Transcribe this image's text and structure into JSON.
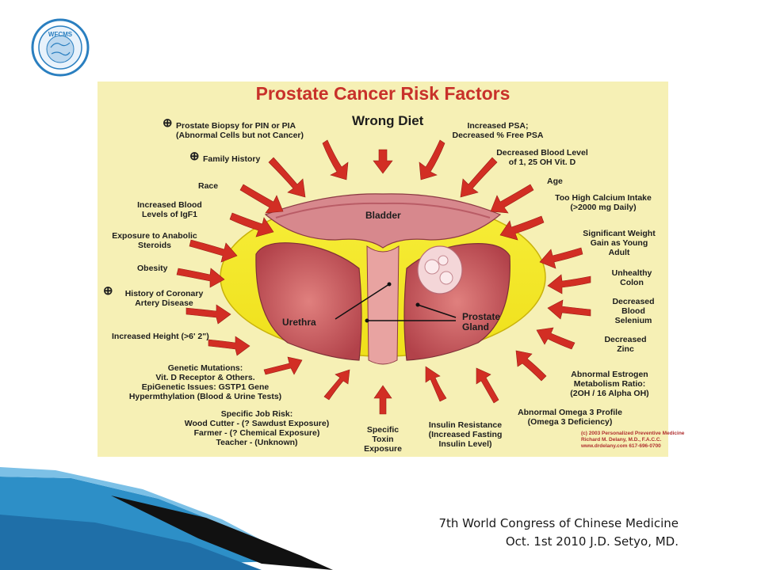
{
  "logo": {
    "text": "WFCMS"
  },
  "poster": {
    "title": "Prostate Cancer Risk Factors",
    "center_label": "Wrong Diet",
    "anatomy": {
      "bladder": "Bladder",
      "urethra": "Urethra",
      "prostate_line1": "Prostate",
      "prostate_line2": "Gland"
    },
    "left_factors": [
      {
        "line1": "Prostate Biopsy for PIN or PIA",
        "line2": "(Abnormal Cells but not Cancer)",
        "line3": ""
      },
      {
        "line1": "Family History",
        "line2": "",
        "line3": ""
      },
      {
        "line1": "Race",
        "line2": "",
        "line3": ""
      },
      {
        "line1": "Increased Blood",
        "line2": "Levels of IgF1",
        "line3": ""
      },
      {
        "line1": "Exposure to Anabolic",
        "line2": "Steroids",
        "line3": ""
      },
      {
        "line1": "Obesity",
        "line2": "",
        "line3": ""
      },
      {
        "line1": "History of Coronary",
        "line2": "Artery Disease",
        "line3": ""
      },
      {
        "line1": "Increased Height (>6' 2\")",
        "line2": "",
        "line3": ""
      },
      {
        "line1": "Genetic Mutations:",
        "line2": "Vit. D Receptor & Others.",
        "line3": "EpiGenetic Issues: GSTP1 Gene",
        "line4": "Hypermthylation (Blood & Urine Tests)"
      },
      {
        "line1": "Specific Job Risk:",
        "line2": "Wood Cutter - (? Sawdust Exposure)",
        "line3": "Farmer - (? Chemical Exposure)",
        "line4": "Teacher - (Unknown)"
      }
    ],
    "bottom_factors": [
      {
        "line1": "Specific",
        "line2": "Toxin",
        "line3": "Exposure"
      },
      {
        "line1": "Insulin Resistance",
        "line2": "(Increased Fasting",
        "line3": "Insulin Level)"
      }
    ],
    "right_factors": [
      {
        "line1": "Increased PSA;",
        "line2": "Decreased % Free PSA",
        "line3": ""
      },
      {
        "line1": "Decreased Blood Level",
        "line2": "of 1, 25 OH Vit. D",
        "line3": ""
      },
      {
        "line1": "Age",
        "line2": "",
        "line3": ""
      },
      {
        "line1": "Too High Calcium Intake",
        "line2": "(>2000 mg Daily)",
        "line3": ""
      },
      {
        "line1": "Significant Weight",
        "line2": "Gain as Young",
        "line3": "Adult"
      },
      {
        "line1": "Unhealthy",
        "line2": "Colon",
        "line3": ""
      },
      {
        "line1": "Decreased",
        "line2": "Blood",
        "line3": "Selenium"
      },
      {
        "line1": "Decreased",
        "line2": "Zinc",
        "line3": ""
      },
      {
        "line1": "Abnormal Estrogen",
        "line2": "Metabolism Ratio:",
        "line3": "(2OH / 16 Alpha OH)"
      },
      {
        "line1": "Abnormal Omega 3 Profile",
        "line2": "(Omega 3 Deficiency)",
        "line3": ""
      }
    ],
    "credit": {
      "line1": "(c) 2003 Personalized Preventive Medicine",
      "line2": "Richard M. Delany, M.D., F.A.C.C.",
      "line3": "www.drdelany.com   617-696-0700"
    }
  },
  "footer": {
    "line1": "7th World Congress of Chinese Medicine",
    "line2": "Oct. 1st 2010 J.D. Setyo, MD."
  },
  "colors": {
    "title_red": "#c8312a",
    "arrow_red": "#d22e24",
    "ellipse_yellow": "#f4e81f",
    "poster_bg": "#f6f0b5",
    "accent_blue": "#1f73b8"
  }
}
